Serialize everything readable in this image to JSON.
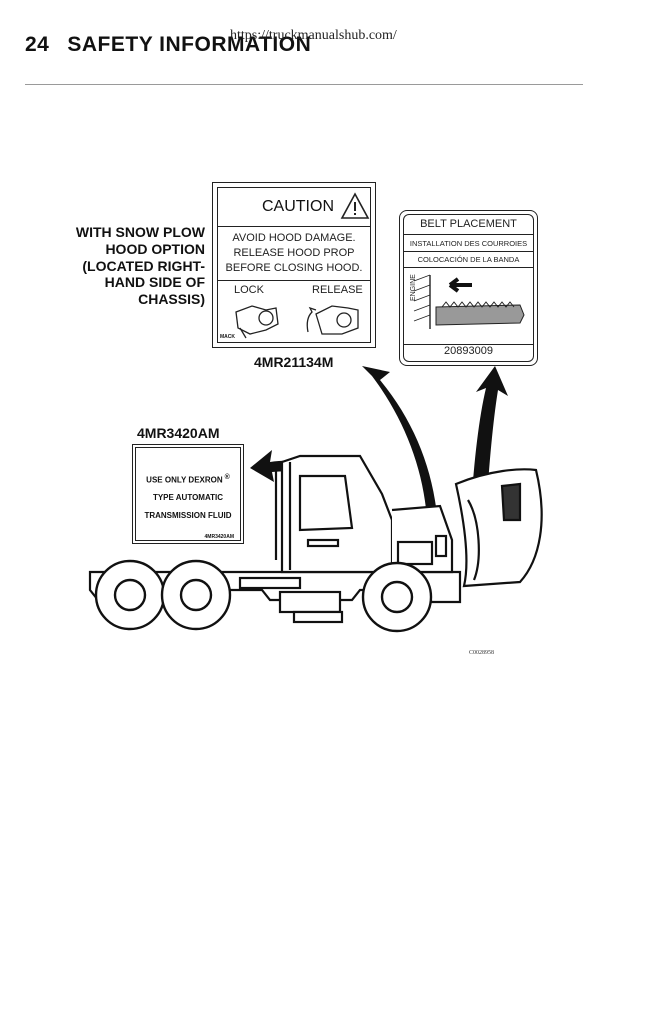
{
  "header": {
    "page_number": "24",
    "section_title": "SAFETY INFORMATION",
    "url": "https://truckmanualshub.com/"
  },
  "figure": {
    "note": "WITH SNOW PLOW HOOD OPTION (LOCATED RIGHT-HAND SIDE OF CHASSIS)",
    "caution_label": {
      "part_number": "4MR21134M",
      "title": "CAUTION",
      "lines": [
        "AVOID HOOD DAMAGE.",
        "RELEASE HOOD PROP",
        "BEFORE CLOSING HOOD."
      ],
      "lock": "LOCK",
      "release": "RELEASE",
      "brand": "MACK"
    },
    "belt_label": {
      "title": "BELT PLACEMENT",
      "french": "INSTALLATION DES COURROIES",
      "spanish": "COLOCACIÓN DE LA BANDA",
      "engine": "ENGINE",
      "part_number": "20893009"
    },
    "transmission_label": {
      "part_number": "4MR3420AM",
      "line1": "USE ONLY DEXRON",
      "registered": "®",
      "line2": "TYPE AUTOMATIC",
      "line3": "TRANSMISSION FLUID",
      "small_code": "4MR3420AM"
    },
    "figure_code": "C0028958"
  }
}
